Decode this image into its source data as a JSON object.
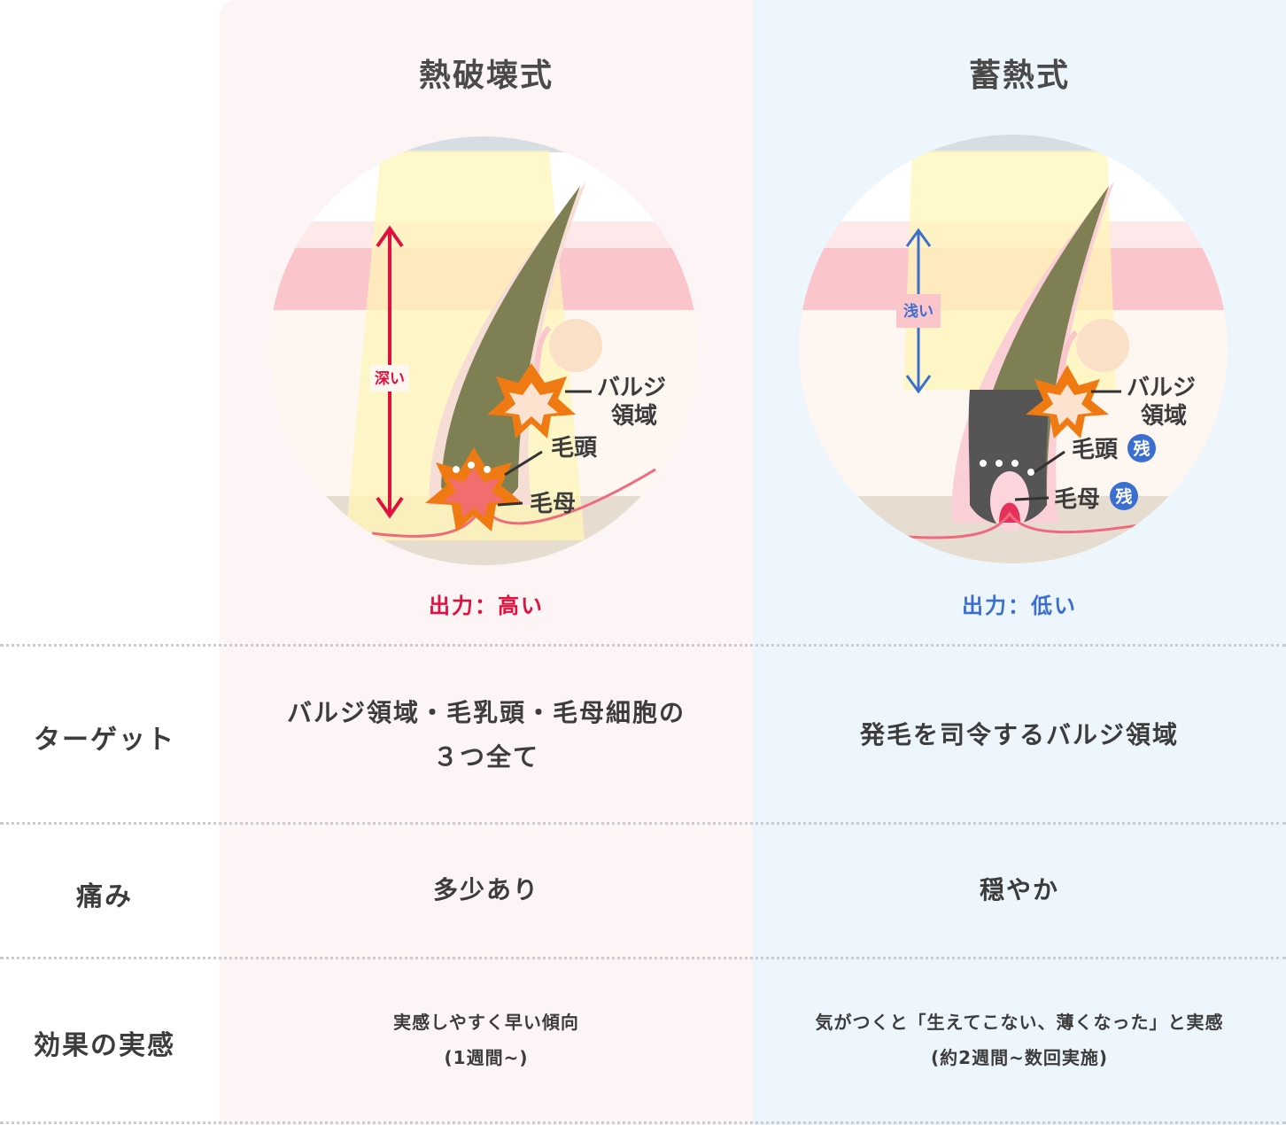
{
  "columns": {
    "a": {
      "title": "熱破壊式",
      "power": "出力：高い",
      "power_color": "#e0103f",
      "depth_label": "深い",
      "label_bulge_1": "バルジ",
      "label_bulge_2": "領域",
      "label_papilla": "毛頭",
      "label_matrix": "毛母"
    },
    "b": {
      "title": "蓄熱式",
      "power": "出力：低い",
      "power_color": "#3a6fd0",
      "depth_label": "浅い",
      "label_bulge_1": "バルジ",
      "label_bulge_2": "領域",
      "label_papilla": "毛頭",
      "label_matrix": "毛母",
      "remain_badge": "残"
    }
  },
  "rows": [
    {
      "label": "ターゲット",
      "a": [
        "バルジ領域・毛乳頭・毛母細胞の",
        "３つ全て"
      ],
      "b": [
        "発毛を司令するバルジ領域"
      ]
    },
    {
      "label": "痛み",
      "a": [
        "多少あり"
      ],
      "b": [
        "穏やか"
      ]
    },
    {
      "label": "効果の実感",
      "a": [
        "実感しやすく早い傾向",
        "(1週間~)"
      ],
      "b": [
        "気がつくと「生えてこない、薄くなった」と実感",
        "(約2週間~数回実施)"
      ]
    }
  ],
  "colors": {
    "accent_red": "#e0103f",
    "accent_blue": "#3a6fd0",
    "hair": "#7f7f54",
    "skin_pink": "#fbc5cc",
    "burst": "#f07a12"
  }
}
